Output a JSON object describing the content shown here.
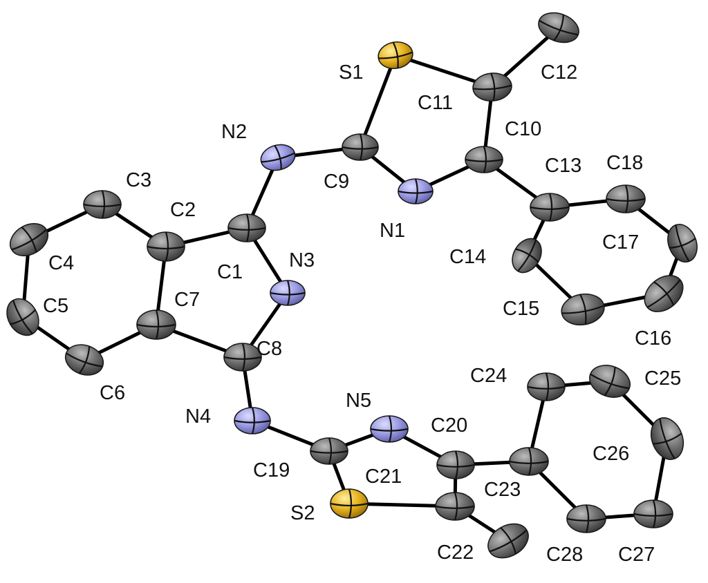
{
  "colors": {
    "carbon": "#707070",
    "nitrogen": "#9a9ae2",
    "sulfur": "#e6b21f",
    "bond": "#000000",
    "label": "#111111"
  },
  "atoms": [
    {
      "id": "S1",
      "element": "S"
    },
    {
      "id": "C12",
      "element": "C"
    },
    {
      "id": "C11",
      "element": "C"
    },
    {
      "id": "C10",
      "element": "C"
    },
    {
      "id": "N2",
      "element": "N"
    },
    {
      "id": "C9",
      "element": "C"
    },
    {
      "id": "C13",
      "element": "C"
    },
    {
      "id": "C18",
      "element": "C"
    },
    {
      "id": "C3",
      "element": "C"
    },
    {
      "id": "C2",
      "element": "C"
    },
    {
      "id": "N1",
      "element": "N"
    },
    {
      "id": "C1",
      "element": "C"
    },
    {
      "id": "C17",
      "element": "C"
    },
    {
      "id": "C14",
      "element": "C"
    },
    {
      "id": "C4",
      "element": "C"
    },
    {
      "id": "N3",
      "element": "N"
    },
    {
      "id": "C5",
      "element": "C"
    },
    {
      "id": "C7",
      "element": "C"
    },
    {
      "id": "C15",
      "element": "C"
    },
    {
      "id": "C16",
      "element": "C"
    },
    {
      "id": "C8",
      "element": "C"
    },
    {
      "id": "C6",
      "element": "C"
    },
    {
      "id": "C24",
      "element": "C"
    },
    {
      "id": "C25",
      "element": "C"
    },
    {
      "id": "N5",
      "element": "N"
    },
    {
      "id": "N4",
      "element": "N"
    },
    {
      "id": "C20",
      "element": "C"
    },
    {
      "id": "C26",
      "element": "C"
    },
    {
      "id": "C19",
      "element": "C"
    },
    {
      "id": "C23",
      "element": "C"
    },
    {
      "id": "C21",
      "element": "C"
    },
    {
      "id": "S2",
      "element": "S"
    },
    {
      "id": "C22",
      "element": "C"
    },
    {
      "id": "C28",
      "element": "C"
    },
    {
      "id": "C27",
      "element": "C"
    }
  ],
  "bonds": [
    [
      "S1",
      "C11"
    ],
    [
      "S1",
      "C9"
    ],
    [
      "C11",
      "C12"
    ],
    [
      "C11",
      "C10"
    ],
    [
      "C10",
      "N1"
    ],
    [
      "N1",
      "C9"
    ],
    [
      "C9",
      "N2"
    ],
    [
      "C10",
      "C13"
    ],
    [
      "C13",
      "C18"
    ],
    [
      "C18",
      "C17"
    ],
    [
      "C17",
      "C16"
    ],
    [
      "C16",
      "C15"
    ],
    [
      "C15",
      "C14"
    ],
    [
      "C14",
      "C13"
    ],
    [
      "N2",
      "C1"
    ],
    [
      "C1",
      "C2"
    ],
    [
      "C1",
      "N3"
    ],
    [
      "N3",
      "C8"
    ],
    [
      "C8",
      "C7"
    ],
    [
      "C7",
      "C2"
    ],
    [
      "C2",
      "C3"
    ],
    [
      "C3",
      "C4"
    ],
    [
      "C4",
      "C5"
    ],
    [
      "C5",
      "C6"
    ],
    [
      "C6",
      "C7"
    ],
    [
      "C8",
      "N4"
    ],
    [
      "N4",
      "C19"
    ],
    [
      "C19",
      "N5"
    ],
    [
      "N5",
      "C20"
    ],
    [
      "C20",
      "C21"
    ],
    [
      "C21",
      "S2"
    ],
    [
      "S2",
      "C19"
    ],
    [
      "C21",
      "C22"
    ],
    [
      "C20",
      "C23"
    ],
    [
      "C23",
      "C24"
    ],
    [
      "C24",
      "C25"
    ],
    [
      "C25",
      "C26"
    ],
    [
      "C26",
      "C27"
    ],
    [
      "C27",
      "C28"
    ],
    [
      "C28",
      "C23"
    ]
  ]
}
